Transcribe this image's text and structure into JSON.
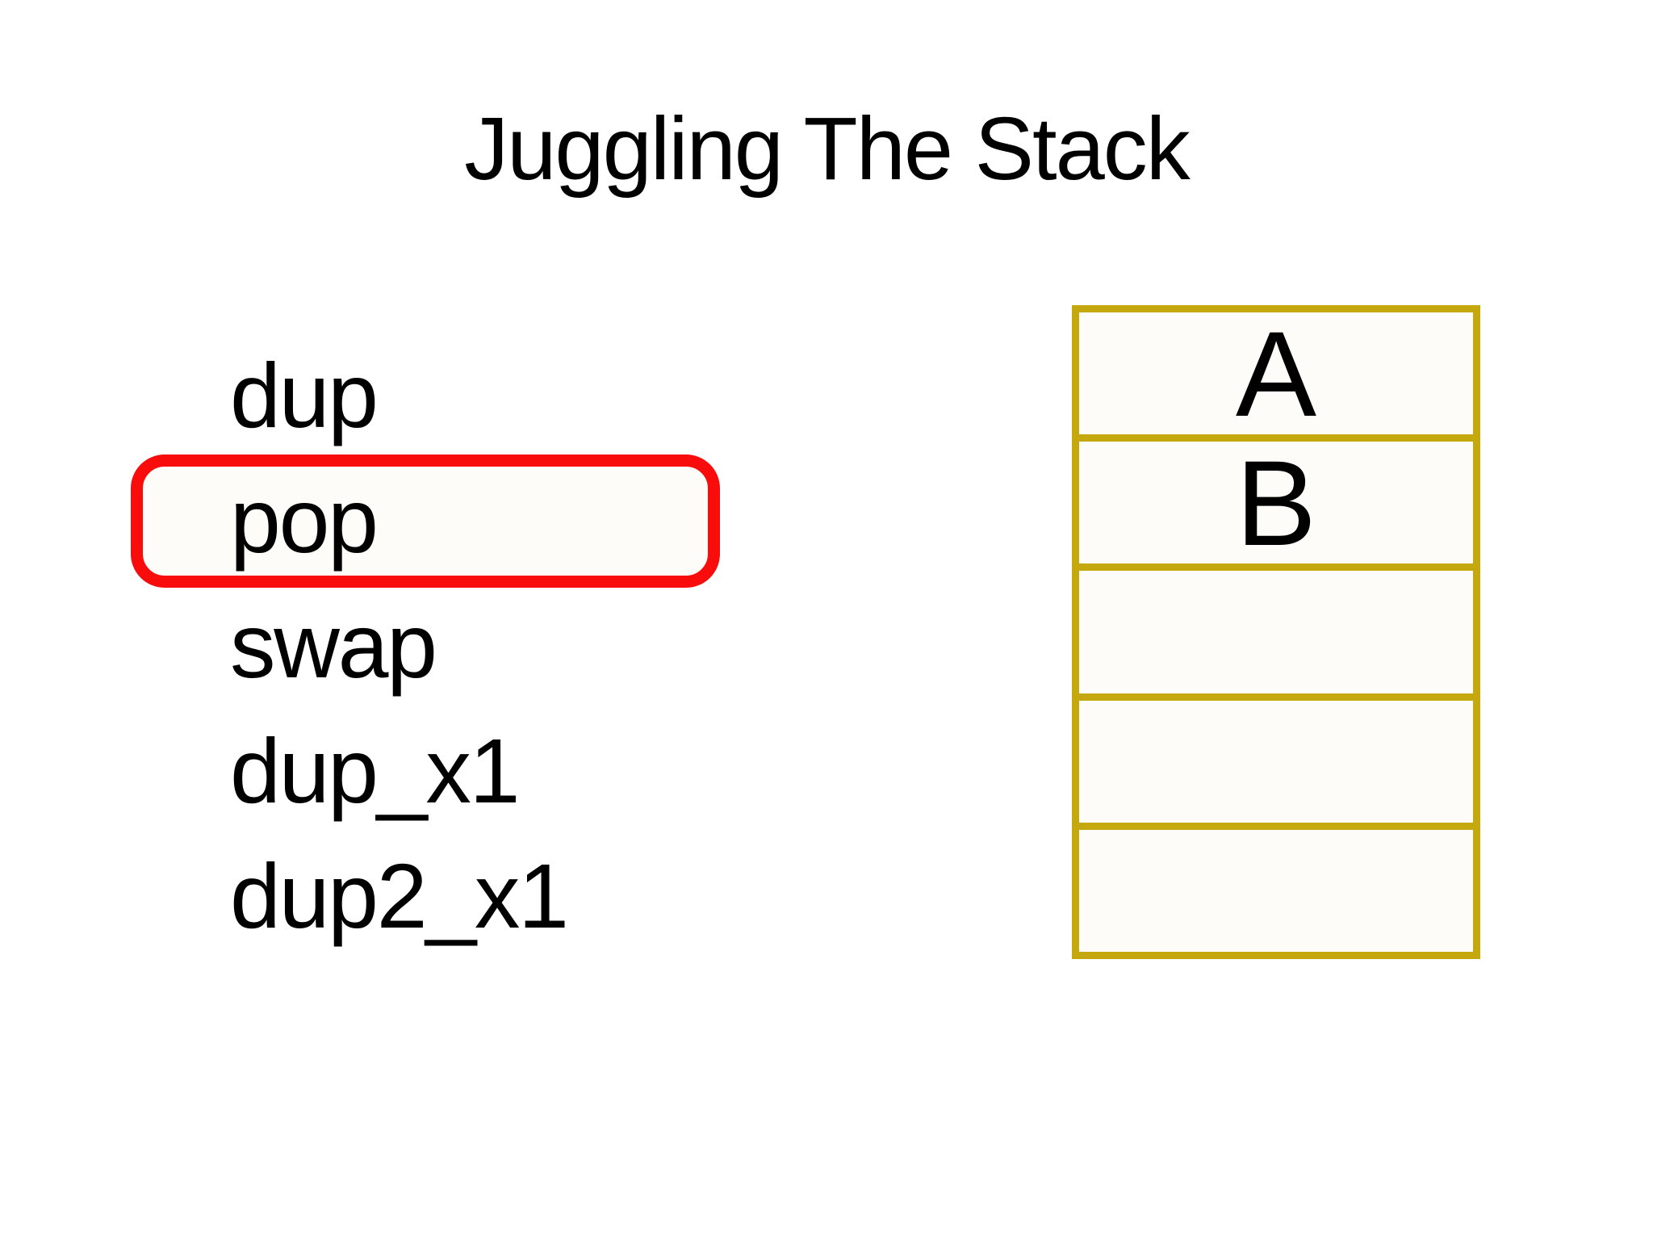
{
  "slide": {
    "title": "Juggling The Stack",
    "operations": [
      {
        "label": "dup",
        "highlighted": false
      },
      {
        "label": "pop",
        "highlighted": true
      },
      {
        "label": "swap",
        "highlighted": false
      },
      {
        "label": "dup_x1",
        "highlighted": false
      },
      {
        "label": "dup2_x1",
        "highlighted": false
      }
    ],
    "highlight": {
      "target": "pop",
      "shape": "rounded-rectangle"
    },
    "stack": {
      "cells": [
        "A",
        "B",
        "",
        "",
        ""
      ]
    },
    "colors": {
      "highlight_red": "#f80c0c",
      "stack_border": "#c4a80d",
      "text": "#000000",
      "background": "#ffffff",
      "cell_fill": "#fdfcf8"
    }
  }
}
